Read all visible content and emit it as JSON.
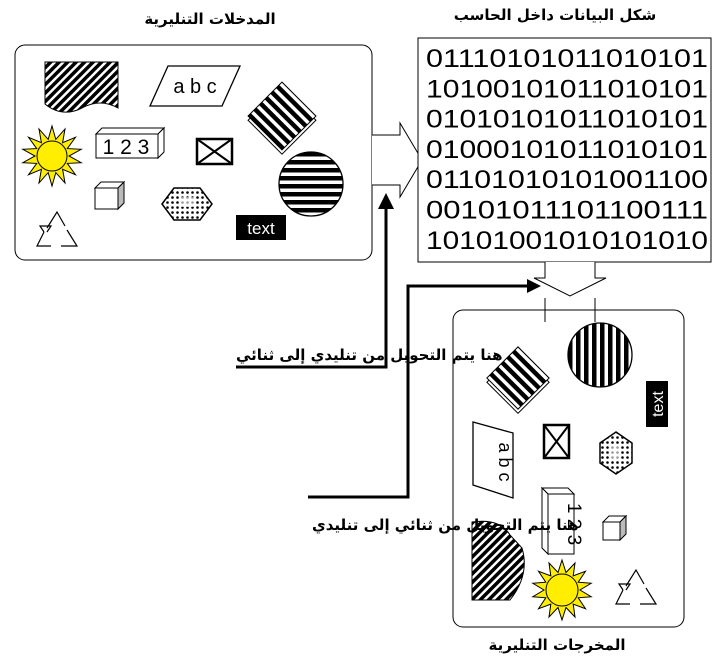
{
  "labels": {
    "inputs_title": "المدخلات التنليرية",
    "computer_title": "شكل البيانات داخل الحاسب",
    "outputs_title": "المخرجات التنليرية",
    "analog_to_binary": "هنا يتم التحويل من تنليدي إلى ثنائي",
    "binary_to_analog": "هنا يتم التحويل من ثنائي إلى تنليدي"
  },
  "binary_rows": [
    "01110101011010101",
    "10100101011010101",
    "01010101011010101",
    "01000101011010101",
    "01101010101001100",
    "00101011101100111",
    "10101001010101010"
  ],
  "shapes": {
    "abc_text": "a b c",
    "num_text": "1 2 3",
    "text_label": "text"
  },
  "colors": {
    "sun_fill": "#ffee00",
    "ink": "#000000",
    "paper": "#ffffff"
  }
}
